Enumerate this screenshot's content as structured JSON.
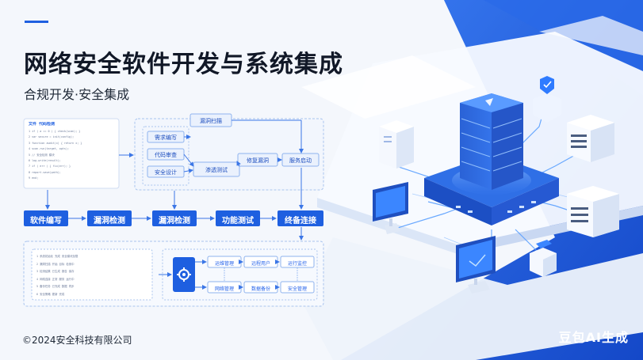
{
  "header": {
    "title": "网络安全软件开发与系统集成",
    "subtitle": "合规开发·安全集成"
  },
  "footer": {
    "copyright": "©2024安全科技有限公司"
  },
  "watermark": "豆包AI生成",
  "flow": {
    "top_group": {
      "header": "漏洞扫描",
      "items": [
        "需求编写",
        "代码审查",
        "安全设计"
      ],
      "mid": "渗透测试",
      "right1": "修复漏洞",
      "right2": "服务启动"
    },
    "main_steps": [
      "软件编写",
      "漏洞检测",
      "漏洞检测",
      "功能测试",
      "终备连接"
    ],
    "bottom_group": {
      "row1": [
        "运维管理",
        "远程用户",
        "运行监控"
      ],
      "row2": [
        "网络管理",
        "数据备份",
        "安全管理"
      ]
    },
    "code_panel": {
      "header": "文件 代码检测",
      "lines": [
        "1  if ( a == 0 ) { check(scan); }",
        "2  var secure = init(config);",
        "3  function audit(x) { return x; }",
        "4  scan.run(target, opts);",
        "5  // 安全检测 模块",
        "6  log.write(result);",
        "7  if ( err ) { fix(err); }",
        "8  report.save(path);",
        "9  end;"
      ]
    },
    "log_panel": {
      "lines": [
        "1  系统初始化 完成 安全模块加载",
        "2  漏洞扫描 开始 目标 检测中",
        "3  检测结果 已生成 报告 保存",
        "4  网络连接 正常 服务 运行中",
        "5  备份任务 已完成 数据 同步",
        "6  安全策略 更新 完成"
      ]
    }
  },
  "colors": {
    "primary": "#1e5fe0",
    "accent": "#2f7bff",
    "light": "#eaf1fd",
    "panel": "#ffffff"
  },
  "icons": [
    "gear-icon",
    "server-icon",
    "shield-icon",
    "monitor-icon"
  ]
}
